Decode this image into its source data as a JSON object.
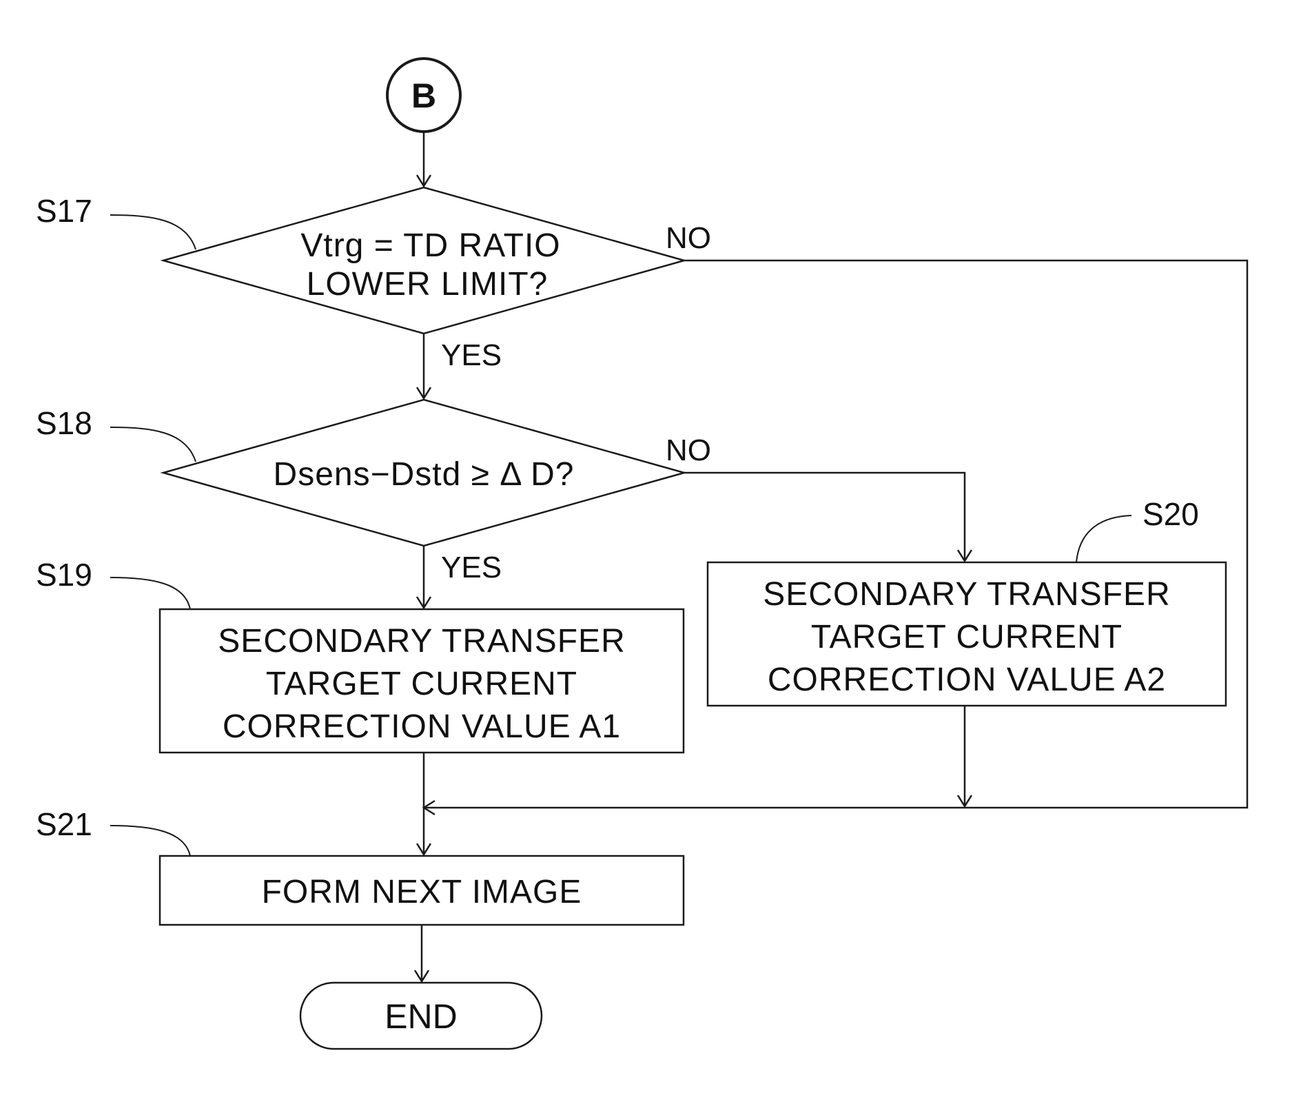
{
  "connector": {
    "label": "B"
  },
  "steps": {
    "s17": {
      "id": "S17",
      "lines": [
        "Vtrg = TD RATIO",
        "LOWER LIMIT?"
      ],
      "yes": "YES",
      "no": "NO"
    },
    "s18": {
      "id": "S18",
      "lines": [
        "Dsens−Dstd ≥ Δ D?"
      ],
      "yes": "YES",
      "no": "NO"
    },
    "s19": {
      "id": "S19",
      "lines": [
        "SECONDARY TRANSFER",
        "TARGET CURRENT",
        "CORRECTION VALUE A1"
      ]
    },
    "s20": {
      "id": "S20",
      "lines": [
        "SECONDARY TRANSFER",
        "TARGET CURRENT",
        "CORRECTION VALUE A2"
      ]
    },
    "s21": {
      "id": "S21",
      "lines": [
        "FORM NEXT IMAGE"
      ]
    }
  },
  "end": {
    "label": "END"
  }
}
